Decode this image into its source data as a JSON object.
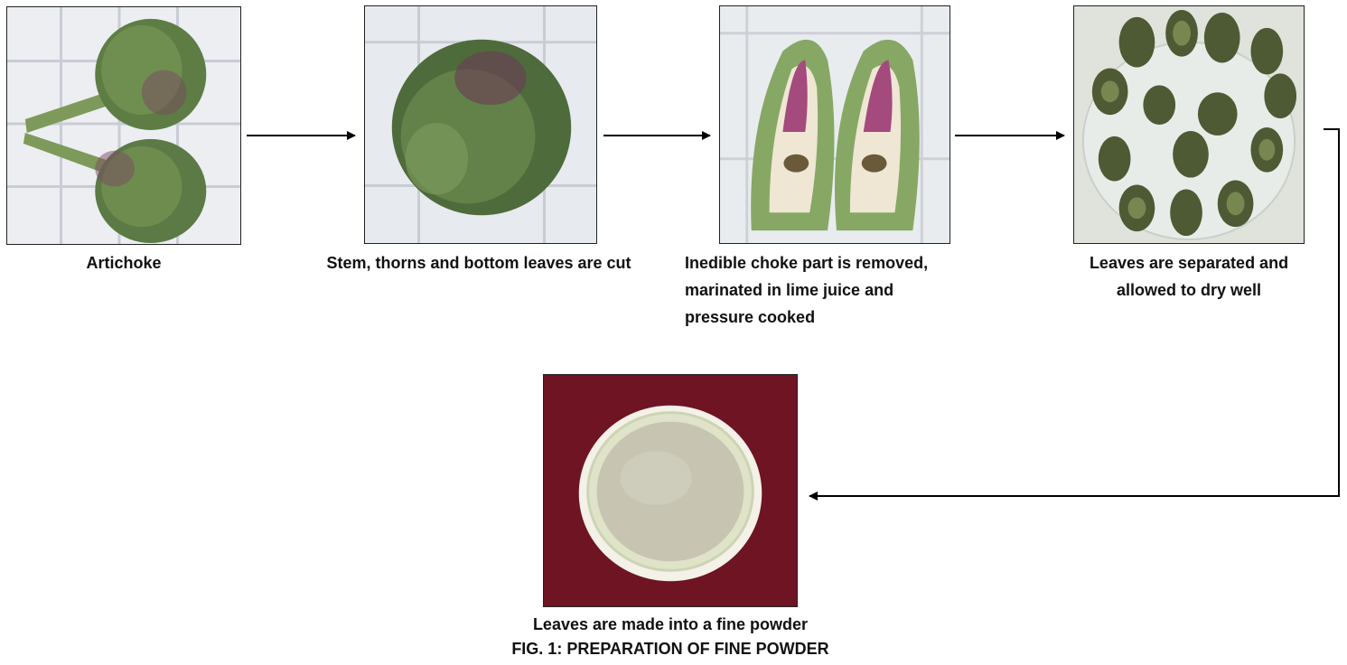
{
  "steps": [
    {
      "caption": "Artichoke",
      "image": "two whole artichokes on white tiles"
    },
    {
      "caption": "Stem, thorns and bottom leaves are cut",
      "image": "trimmed artichoke"
    },
    {
      "caption_lines": [
        "Inedible choke part is removed,",
        "marinated in lime juice and",
        "pressure cooked"
      ],
      "image": "artichoke halves"
    },
    {
      "caption_lines": [
        "Leaves are separated and",
        "allowed to dry well"
      ],
      "image": "leaves arranged on glass plate"
    },
    {
      "caption": "Leaves are made into a fine powder",
      "image": "bowl of fine powder on maroon cloth"
    }
  ],
  "figure": {
    "label": "FIG. 1",
    "title": ": PREPARATION OF FINE POWDER"
  },
  "colors": {
    "arrow": "#000000",
    "caption": "#111111",
    "cloth": "#6e1422"
  }
}
